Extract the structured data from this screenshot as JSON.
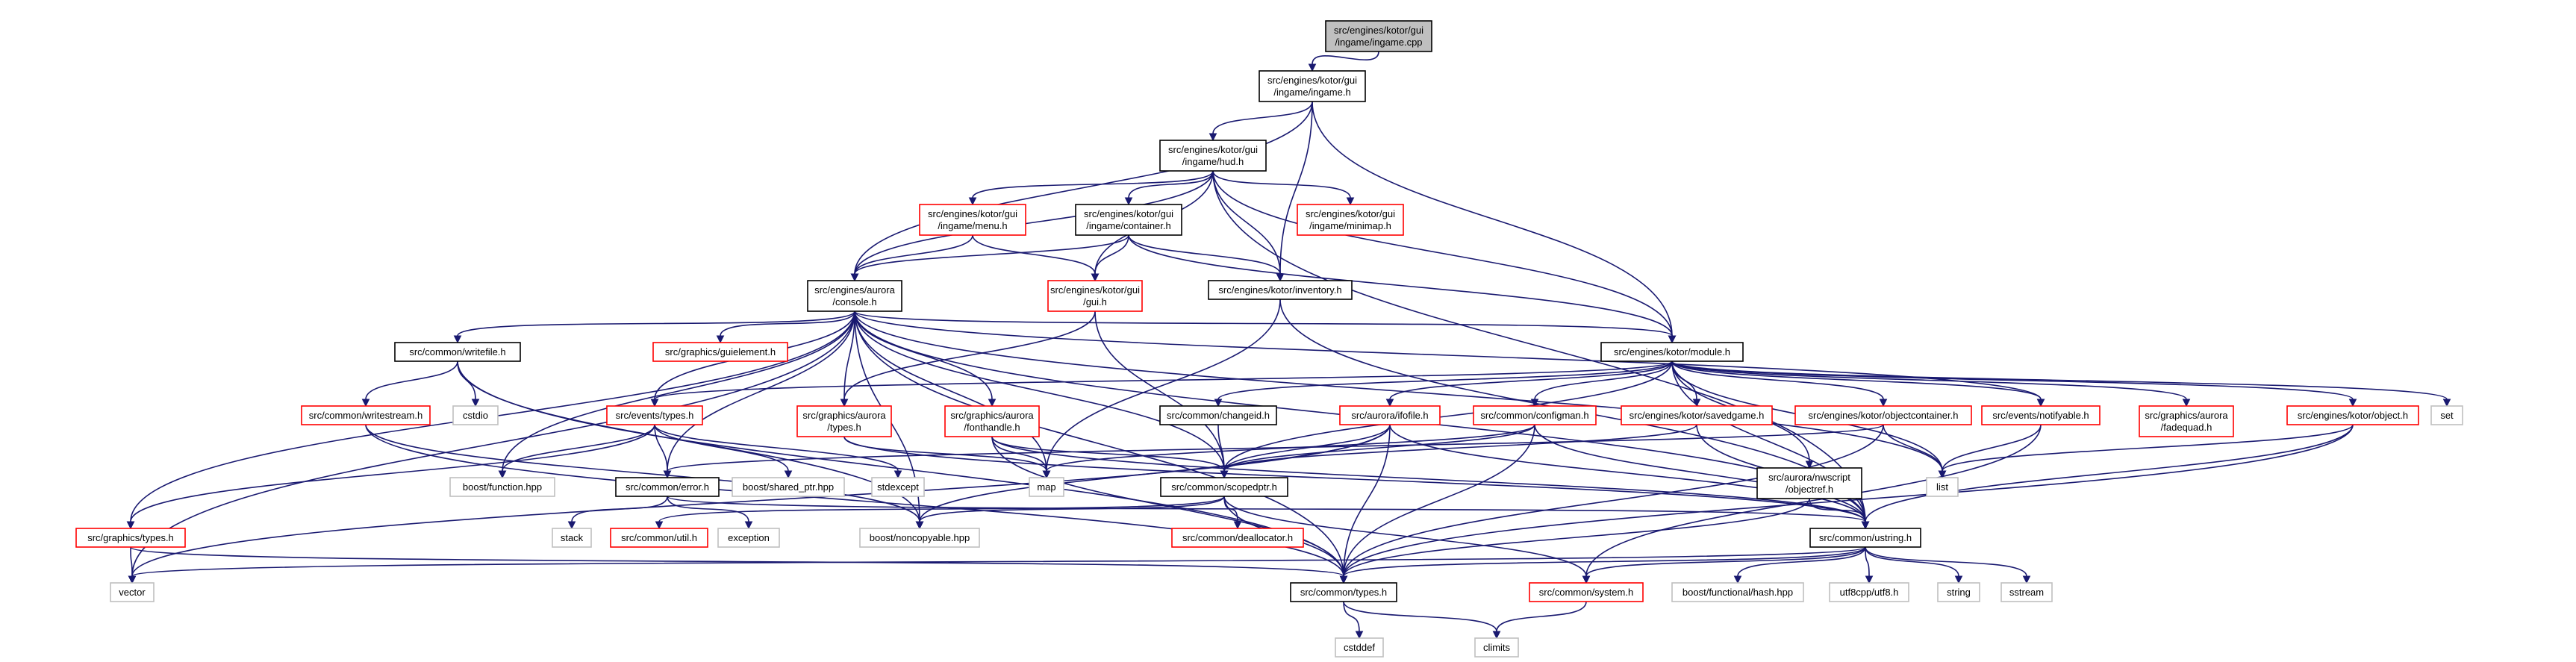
{
  "graph": {
    "colors": {
      "edge": "#191970",
      "border_normal": "#000000",
      "border_missing": "#ff0000",
      "border_external": "#bfbfbf",
      "fill_root": "#bfbfbf",
      "fill_default": "#ffffff",
      "text": "#000000"
    },
    "nodes": [
      {
        "id": "n_ingame_cpp",
        "lines": [
          "src/engines/kotor/gui",
          "/ingame/ingame.cpp"
        ],
        "style": "root"
      },
      {
        "id": "n_ingame_h",
        "lines": [
          "src/engines/kotor/gui",
          "/ingame/ingame.h"
        ],
        "style": "normal"
      },
      {
        "id": "n_hud_h",
        "lines": [
          "src/engines/kotor/gui",
          "/ingame/hud.h"
        ],
        "style": "normal"
      },
      {
        "id": "n_menu_h",
        "lines": [
          "src/engines/kotor/gui",
          "/ingame/menu.h"
        ],
        "style": "missing"
      },
      {
        "id": "n_container_h",
        "lines": [
          "src/engines/kotor/gui",
          "/ingame/container.h"
        ],
        "style": "normal"
      },
      {
        "id": "n_minimap_h",
        "lines": [
          "src/engines/kotor/gui",
          "/ingame/minimap.h"
        ],
        "style": "missing"
      },
      {
        "id": "n_console_h",
        "lines": [
          "src/engines/aurora",
          "/console.h"
        ],
        "style": "normal"
      },
      {
        "id": "n_gui_h",
        "lines": [
          "src/engines/kotor/gui",
          "/gui.h"
        ],
        "style": "missing"
      },
      {
        "id": "n_inventory_h",
        "lines": [
          "src/engines/kotor/inventory.h"
        ],
        "style": "normal"
      },
      {
        "id": "n_writefile_h",
        "lines": [
          "src/common/writefile.h"
        ],
        "style": "normal"
      },
      {
        "id": "n_guielement_h",
        "lines": [
          "src/graphics/guielement.h"
        ],
        "style": "missing"
      },
      {
        "id": "n_module_h",
        "lines": [
          "src/engines/kotor/module.h"
        ],
        "style": "normal"
      },
      {
        "id": "n_writestream_h",
        "lines": [
          "src/common/writestream.h"
        ],
        "style": "missing"
      },
      {
        "id": "n_cstdio",
        "lines": [
          "cstdio"
        ],
        "style": "external"
      },
      {
        "id": "n_events_types_h",
        "lines": [
          "src/events/types.h"
        ],
        "style": "missing"
      },
      {
        "id": "n_gfx_aurora_types_h",
        "lines": [
          "src/graphics/aurora",
          "/types.h"
        ],
        "style": "missing"
      },
      {
        "id": "n_fonthandle_h",
        "lines": [
          "src/graphics/aurora",
          "/fonthandle.h"
        ],
        "style": "missing"
      },
      {
        "id": "n_changeid_h",
        "lines": [
          "src/common/changeid.h"
        ],
        "style": "normal"
      },
      {
        "id": "n_ifofile_h",
        "lines": [
          "src/aurora/ifofile.h"
        ],
        "style": "missing"
      },
      {
        "id": "n_configman_h",
        "lines": [
          "src/common/configman.h"
        ],
        "style": "missing"
      },
      {
        "id": "n_savedgame_h",
        "lines": [
          "src/engines/kotor/savedgame.h"
        ],
        "style": "missing"
      },
      {
        "id": "n_objectcontainer_h",
        "lines": [
          "src/engines/kotor/objectcontainer.h"
        ],
        "style": "missing"
      },
      {
        "id": "n_notifyable_h",
        "lines": [
          "src/events/notifyable.h"
        ],
        "style": "missing"
      },
      {
        "id": "n_fadequad_h",
        "lines": [
          "src/graphics/aurora",
          "/fadequad.h"
        ],
        "style": "missing"
      },
      {
        "id": "n_object_h",
        "lines": [
          "src/engines/kotor/object.h"
        ],
        "style": "missing"
      },
      {
        "id": "n_set",
        "lines": [
          "set"
        ],
        "style": "external"
      },
      {
        "id": "n_boost_function",
        "lines": [
          "boost/function.hpp"
        ],
        "style": "external"
      },
      {
        "id": "n_error_h",
        "lines": [
          "src/common/error.h"
        ],
        "style": "normal"
      },
      {
        "id": "n_boost_shared_ptr",
        "lines": [
          "boost/shared_ptr.hpp"
        ],
        "style": "external"
      },
      {
        "id": "n_stdexcept",
        "lines": [
          "stdexcept"
        ],
        "style": "external"
      },
      {
        "id": "n_map",
        "lines": [
          "map"
        ],
        "style": "external"
      },
      {
        "id": "n_scopedptr_h",
        "lines": [
          "src/common/scopedptr.h"
        ],
        "style": "normal"
      },
      {
        "id": "n_list",
        "lines": [
          "list"
        ],
        "style": "external"
      },
      {
        "id": "n_nwscript_objectref_h",
        "lines": [
          "src/aurora/nwscript",
          "/objectref.h"
        ],
        "style": "normal"
      },
      {
        "id": "n_graphics_types_h",
        "lines": [
          "src/graphics/types.h"
        ],
        "style": "missing"
      },
      {
        "id": "n_stack",
        "lines": [
          "stack"
        ],
        "style": "external"
      },
      {
        "id": "n_util_h",
        "lines": [
          "src/common/util.h"
        ],
        "style": "missing"
      },
      {
        "id": "n_exception",
        "lines": [
          "exception"
        ],
        "style": "external"
      },
      {
        "id": "n_boost_noncopyable",
        "lines": [
          "boost/noncopyable.hpp"
        ],
        "style": "external"
      },
      {
        "id": "n_deallocator_h",
        "lines": [
          "src/common/deallocator.h"
        ],
        "style": "missing"
      },
      {
        "id": "n_ustring_h",
        "lines": [
          "src/common/ustring.h"
        ],
        "style": "normal"
      },
      {
        "id": "n_vector",
        "lines": [
          "vector"
        ],
        "style": "external"
      },
      {
        "id": "n_common_types_h",
        "lines": [
          "src/common/types.h"
        ],
        "style": "normal"
      },
      {
        "id": "n_system_h",
        "lines": [
          "src/common/system.h"
        ],
        "style": "missing"
      },
      {
        "id": "n_boost_hash",
        "lines": [
          "boost/functional/hash.hpp"
        ],
        "style": "external"
      },
      {
        "id": "n_utf8_h",
        "lines": [
          "utf8cpp/utf8.h"
        ],
        "style": "external"
      },
      {
        "id": "n_string",
        "lines": [
          "string"
        ],
        "style": "external"
      },
      {
        "id": "n_sstream",
        "lines": [
          "sstream"
        ],
        "style": "external"
      },
      {
        "id": "n_cstddef",
        "lines": [
          "cstddef"
        ],
        "style": "external"
      },
      {
        "id": "n_climits",
        "lines": [
          "climits"
        ],
        "style": "external"
      }
    ],
    "edges": [
      [
        "n_ingame_cpp",
        "n_ingame_h"
      ],
      [
        "n_ingame_h",
        "n_hud_h"
      ],
      [
        "n_ingame_h",
        "n_console_h"
      ],
      [
        "n_ingame_h",
        "n_inventory_h"
      ],
      [
        "n_ingame_h",
        "n_module_h"
      ],
      [
        "n_hud_h",
        "n_menu_h"
      ],
      [
        "n_hud_h",
        "n_container_h"
      ],
      [
        "n_hud_h",
        "n_minimap_h"
      ],
      [
        "n_hud_h",
        "n_gui_h"
      ],
      [
        "n_hud_h",
        "n_console_h"
      ],
      [
        "n_hud_h",
        "n_inventory_h"
      ],
      [
        "n_hud_h",
        "n_module_h"
      ],
      [
        "n_hud_h",
        "n_ustring_h"
      ],
      [
        "n_menu_h",
        "n_console_h"
      ],
      [
        "n_menu_h",
        "n_gui_h"
      ],
      [
        "n_container_h",
        "n_console_h"
      ],
      [
        "n_container_h",
        "n_gui_h"
      ],
      [
        "n_container_h",
        "n_inventory_h"
      ],
      [
        "n_container_h",
        "n_module_h"
      ],
      [
        "n_console_h",
        "n_writefile_h"
      ],
      [
        "n_console_h",
        "n_guielement_h"
      ],
      [
        "n_console_h",
        "n_module_h"
      ],
      [
        "n_console_h",
        "n_events_types_h"
      ],
      [
        "n_console_h",
        "n_gfx_aurora_types_h"
      ],
      [
        "n_console_h",
        "n_fonthandle_h"
      ],
      [
        "n_console_h",
        "n_notifyable_h"
      ],
      [
        "n_console_h",
        "n_boost_function"
      ],
      [
        "n_console_h",
        "n_error_h"
      ],
      [
        "n_console_h",
        "n_map"
      ],
      [
        "n_console_h",
        "n_scopedptr_h"
      ],
      [
        "n_console_h",
        "n_list"
      ],
      [
        "n_console_h",
        "n_graphics_types_h"
      ],
      [
        "n_console_h",
        "n_boost_noncopyable"
      ],
      [
        "n_console_h",
        "n_ustring_h"
      ],
      [
        "n_console_h",
        "n_vector"
      ],
      [
        "n_console_h",
        "n_common_types_h"
      ],
      [
        "n_gui_h",
        "n_gfx_aurora_types_h"
      ],
      [
        "n_gui_h",
        "n_scopedptr_h"
      ],
      [
        "n_inventory_h",
        "n_map"
      ],
      [
        "n_inventory_h",
        "n_ustring_h"
      ],
      [
        "n_writefile_h",
        "n_writestream_h"
      ],
      [
        "n_writefile_h",
        "n_cstdio"
      ],
      [
        "n_writefile_h",
        "n_boost_noncopyable"
      ],
      [
        "n_writefile_h",
        "n_common_types_h"
      ],
      [
        "n_writestream_h",
        "n_boost_noncopyable"
      ],
      [
        "n_writestream_h",
        "n_common_types_h"
      ],
      [
        "n_module_h",
        "n_events_types_h"
      ],
      [
        "n_module_h",
        "n_changeid_h"
      ],
      [
        "n_module_h",
        "n_ifofile_h"
      ],
      [
        "n_module_h",
        "n_configman_h"
      ],
      [
        "n_module_h",
        "n_savedgame_h"
      ],
      [
        "n_module_h",
        "n_objectcontainer_h"
      ],
      [
        "n_module_h",
        "n_notifyable_h"
      ],
      [
        "n_module_h",
        "n_fadequad_h"
      ],
      [
        "n_module_h",
        "n_object_h"
      ],
      [
        "n_module_h",
        "n_set"
      ],
      [
        "n_module_h",
        "n_list"
      ],
      [
        "n_module_h",
        "n_scopedptr_h"
      ],
      [
        "n_module_h",
        "n_nwscript_objectref_h"
      ],
      [
        "n_module_h",
        "n_ustring_h"
      ],
      [
        "n_events_types_h",
        "n_boost_function"
      ],
      [
        "n_events_types_h",
        "n_error_h"
      ],
      [
        "n_events_types_h",
        "n_boost_shared_ptr"
      ],
      [
        "n_events_types_h",
        "n_stdexcept"
      ],
      [
        "n_events_types_h",
        "n_graphics_types_h"
      ],
      [
        "n_gfx_aurora_types_h",
        "n_map"
      ],
      [
        "n_gfx_aurora_types_h",
        "n_ustring_h"
      ],
      [
        "n_fonthandle_h",
        "n_map"
      ],
      [
        "n_fonthandle_h",
        "n_scopedptr_h"
      ],
      [
        "n_fonthandle_h",
        "n_ustring_h"
      ],
      [
        "n_fonthandle_h",
        "n_common_types_h"
      ],
      [
        "n_changeid_h",
        "n_scopedptr_h"
      ],
      [
        "n_ifofile_h",
        "n_scopedptr_h"
      ],
      [
        "n_ifofile_h",
        "n_boost_noncopyable"
      ],
      [
        "n_ifofile_h",
        "n_ustring_h"
      ],
      [
        "n_ifofile_h",
        "n_common_types_h"
      ],
      [
        "n_ifofile_h",
        "n_vector"
      ],
      [
        "n_configman_h",
        "n_map"
      ],
      [
        "n_configman_h",
        "n_scopedptr_h"
      ],
      [
        "n_configman_h",
        "n_ustring_h"
      ],
      [
        "n_configman_h",
        "n_common_types_h"
      ],
      [
        "n_savedgame_h",
        "n_scopedptr_h"
      ],
      [
        "n_savedgame_h",
        "n_ustring_h"
      ],
      [
        "n_objectcontainer_h",
        "n_list"
      ],
      [
        "n_objectcontainer_h",
        "n_error_h"
      ],
      [
        "n_objectcontainer_h",
        "n_common_types_h"
      ],
      [
        "n_notifyable_h",
        "n_list"
      ],
      [
        "n_notifyable_h",
        "n_system_h"
      ],
      [
        "n_object_h",
        "n_list"
      ],
      [
        "n_object_h",
        "n_ustring_h"
      ],
      [
        "n_object_h",
        "n_common_types_h"
      ],
      [
        "n_error_h",
        "n_stack"
      ],
      [
        "n_error_h",
        "n_exception"
      ],
      [
        "n_error_h",
        "n_ustring_h"
      ],
      [
        "n_scopedptr_h",
        "n_boost_noncopyable"
      ],
      [
        "n_scopedptr_h",
        "n_deallocator_h"
      ],
      [
        "n_scopedptr_h",
        "n_util_h"
      ],
      [
        "n_scopedptr_h",
        "n_system_h"
      ],
      [
        "n_scopedptr_h",
        "n_common_types_h"
      ],
      [
        "n_nwscript_objectref_h",
        "n_ustring_h"
      ],
      [
        "n_nwscript_objectref_h",
        "n_common_types_h"
      ],
      [
        "n_graphics_types_h",
        "n_vector"
      ],
      [
        "n_graphics_types_h",
        "n_common_types_h"
      ],
      [
        "n_ustring_h",
        "n_common_types_h"
      ],
      [
        "n_ustring_h",
        "n_system_h"
      ],
      [
        "n_ustring_h",
        "n_boost_hash"
      ],
      [
        "n_ustring_h",
        "n_utf8_h"
      ],
      [
        "n_ustring_h",
        "n_string"
      ],
      [
        "n_ustring_h",
        "n_sstream"
      ],
      [
        "n_ustring_h",
        "n_vector"
      ],
      [
        "n_common_types_h",
        "n_cstddef"
      ],
      [
        "n_common_types_h",
        "n_climits"
      ],
      [
        "n_system_h",
        "n_climits"
      ]
    ]
  }
}
